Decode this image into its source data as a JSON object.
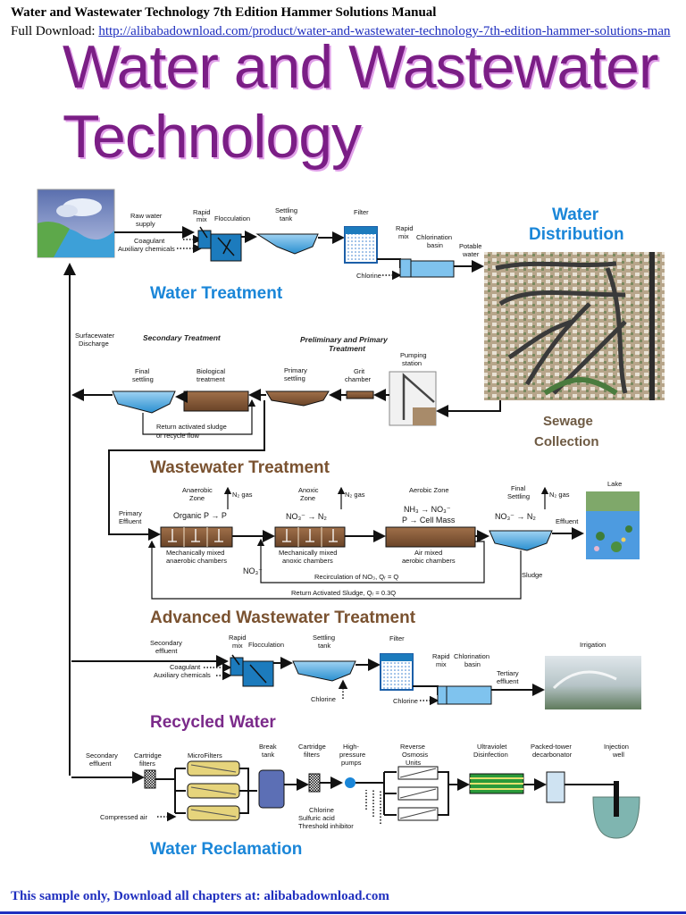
{
  "header": {
    "title": "Water and Wastewater Technology 7th Edition Hammer Solutions Manual",
    "link_prefix": "Full Download: ",
    "link_text": "http://alibabadownload.com/product/water-and-wastewater-technology-7th-edition-hammer-solutions-man"
  },
  "cover": {
    "title_line1": "Water and Wastewater",
    "title_line2": "Technology"
  },
  "water_treatment": {
    "heading": "Water Treatment",
    "raw_water_1": "Raw water",
    "raw_water_2": "supply",
    "rapid_mix_1": "Rapid",
    "rapid_mix_2": "mix",
    "flocculation": "Flocculation",
    "settling_1": "Settling",
    "settling_2": "tank",
    "filter": "Filter",
    "coagulant": "Coagulant",
    "aux_chem": "Auxiliary chemicals",
    "rapid_mix2_1": "Rapid",
    "rapid_mix2_2": "mix",
    "chlor_basin_1": "Chlorination",
    "chlor_basin_2": "basin",
    "potable_1": "Potable",
    "potable_2": "water",
    "chlorine": "Chlorine"
  },
  "distribution": {
    "heading_1": "Water",
    "heading_2": "Distribution"
  },
  "sewage": {
    "heading_1": "Sewage",
    "heading_2": "Collection"
  },
  "wastewater_treatment": {
    "heading": "Wastewater Treatment",
    "surface_1": "Surfacewater",
    "surface_2": "Discharge",
    "secondary": "Secondary Treatment",
    "prelim_1": "Preliminary and Primary",
    "prelim_2": "Treatment",
    "pumping_1": "Pumping",
    "pumping_2": "station",
    "final_1": "Final",
    "final_2": "settling",
    "bio_1": "Biological",
    "bio_2": "treatment",
    "primary_1": "Primary",
    "primary_2": "settling",
    "grit_1": "Grit",
    "grit_2": "chamber",
    "ras_1": "Return activated sludge",
    "ras_2": "or recycle flow"
  },
  "advanced": {
    "heading": "Advanced Wastewater Treatment",
    "anaerobic_1": "Anaerobic",
    "anaerobic_2": "Zone",
    "anoxic_1": "Anoxic",
    "anoxic_2": "Zone",
    "aerobic": "Aerobic Zone",
    "final_1": "Final",
    "final_2": "Settling",
    "lake": "Lake",
    "n2_gas": "N₂ gas",
    "primary_eff_1": "Primary",
    "primary_eff_2": "Effluent",
    "organic_p": "Organic P → P",
    "no3_n2": "NO₃⁻ → N₂",
    "nh3_no3": "NH₃ → NO₃⁻",
    "p_cell": "P → Cell Mass",
    "effluent": "Effluent",
    "mech_anaerobic_1": "Mechanically mixed",
    "mech_anaerobic_2": "anaerobic chambers",
    "mech_anoxic_1": "Mechanically mixed",
    "mech_anoxic_2": "anoxic chambers",
    "air_mixed_1": "Air mixed",
    "air_mixed_2": "aerobic chambers",
    "no3": "NO₃⁻",
    "recirc": "Recirculation of NO₃, Qᵣ = Q",
    "sludge": "Sludge",
    "return_as": "Return Activated Sludge, Qᵣ = 0.3Q"
  },
  "recycled": {
    "heading": "Recycled Water",
    "sec_eff_1": "Secondary",
    "sec_eff_2": "effluent",
    "rapid_mix_1": "Rapid",
    "rapid_mix_2": "mix",
    "flocculation": "Flocculation",
    "settling_1": "Settling",
    "settling_2": "tank",
    "filter": "Filter",
    "coagulant": "Coagulant",
    "aux_chem": "Auxiliary chemicals",
    "chlorine_a": "Chlorine",
    "chlorine_b": "Chlorine",
    "rapid_mix2_1": "Rapid",
    "rapid_mix2_2": "mix",
    "chlor_basin_1": "Chlorination",
    "chlor_basin_2": "basin",
    "tertiary_1": "Tertiary",
    "tertiary_2": "effluent",
    "irrigation": "Irrigation"
  },
  "reclamation": {
    "heading": "Water Reclamation",
    "sec_eff_1": "Secondary",
    "sec_eff_2": "effluent",
    "cartridge_1": "Cartridge",
    "cartridge_2": "filters",
    "microfilters": "MicroFilters",
    "break_1": "Break",
    "break_2": "tank",
    "cartridge2_1": "Cartridge",
    "cartridge2_2": "filters",
    "hp_1": "High-",
    "hp_2": "pressure",
    "hp_3": "pumps",
    "ro_1": "Reverse",
    "ro_2": "Osmosis",
    "ro_3": "Units",
    "uv_1": "Ultraviolet",
    "uv_2": "Disinfection",
    "packed_1": "Packed-tower",
    "packed_2": "decarbonator",
    "inj_1": "Injection",
    "inj_2": "well",
    "compressed_air": "Compressed air",
    "chlorine": "Chlorine",
    "sulfuric": "Sulfuric acid",
    "threshold": "Threshold inhibitor"
  },
  "footer": {
    "text": "This sample only, Download all chapters at: alibabadownload.com"
  }
}
